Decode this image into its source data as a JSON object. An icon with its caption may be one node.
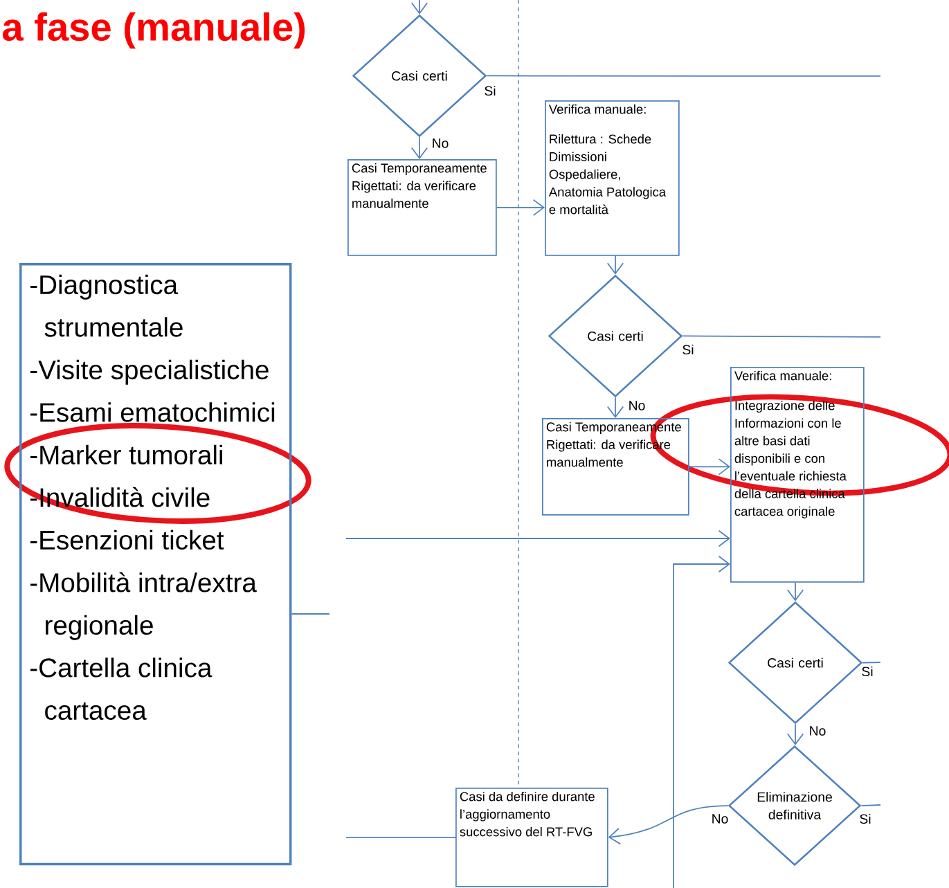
{
  "diagram": {
    "title": "a fase (manuale)",
    "nodes": [
      {
        "text": [
          "Casi certi"
        ]
      },
      {
        "text": [
          "Casi Temporaneamente Rigettati: da verificare manualmente"
        ]
      },
      {
        "text": [
          "Verifica manuale:",
          "Rilettura : Schede Dimissioni Ospedaliere, Anatomia Patologica e mortalità"
        ]
      },
      {
        "text": [
          "Casi certi"
        ]
      },
      {
        "text": [
          "Casi Temporaneamente Rigettati: da verificare manualmente"
        ]
      },
      {
        "text": [
          "Verifica manuale:",
          "Integrazione delle Informazioni con le altre basi dati disponibili e con l’eventuale richiesta della cartella clinica cartacea originale"
        ]
      },
      {
        "text": [
          "Casi certi"
        ]
      },
      {
        "text": [
          "Eliminazione definitiva"
        ]
      },
      {
        "text": [
          "Casi da definire durante l’aggiornamento successivo del RT-FVG"
        ]
      },
      {
        "text": [
          "-Diagnostica strumentale",
          "-Visite specialistiche",
          "-Esami ematochimici",
          "-Marker tumorali",
          "-Invalidità civile",
          "-Esenzioni ticket",
          "-Mobilità intra/extra regionale",
          "-Cartella clinica cartacea"
        ]
      }
    ],
    "edges": [
      {
        "from": null,
        "to": 0,
        "arrow": "to"
      },
      {
        "from": 0,
        "to": 1,
        "arrow": "to",
        "label": "No"
      },
      {
        "from": 0,
        "to": null,
        "arrow": "none",
        "label": "Si"
      },
      {
        "from": 1,
        "to": 2,
        "arrow": "to"
      },
      {
        "from": 2,
        "to": 3,
        "arrow": "to"
      },
      {
        "from": 3,
        "to": 4,
        "arrow": "to",
        "label": "No"
      },
      {
        "from": 3,
        "to": null,
        "arrow": "none",
        "label": "Si"
      },
      {
        "from": 4,
        "to": 5,
        "arrow": "to"
      },
      {
        "from": null,
        "to": 5,
        "arrow": "to"
      },
      {
        "from": null,
        "to": 5,
        "arrow": "to"
      },
      {
        "from": 5,
        "to": 6,
        "arrow": "to"
      },
      {
        "from": 6,
        "to": 7,
        "arrow": "to",
        "label": "No"
      },
      {
        "from": 6,
        "to": null,
        "arrow": "none",
        "label": "Si"
      },
      {
        "from": 7,
        "to": 8,
        "arrow": "to",
        "label": "No"
      },
      {
        "from": 7,
        "to": null,
        "arrow": "none",
        "label": "Si"
      },
      {
        "from": 8,
        "to": null,
        "arrow": "none"
      },
      {
        "from": 9,
        "to": null,
        "arrow": "none"
      }
    ]
  }
}
